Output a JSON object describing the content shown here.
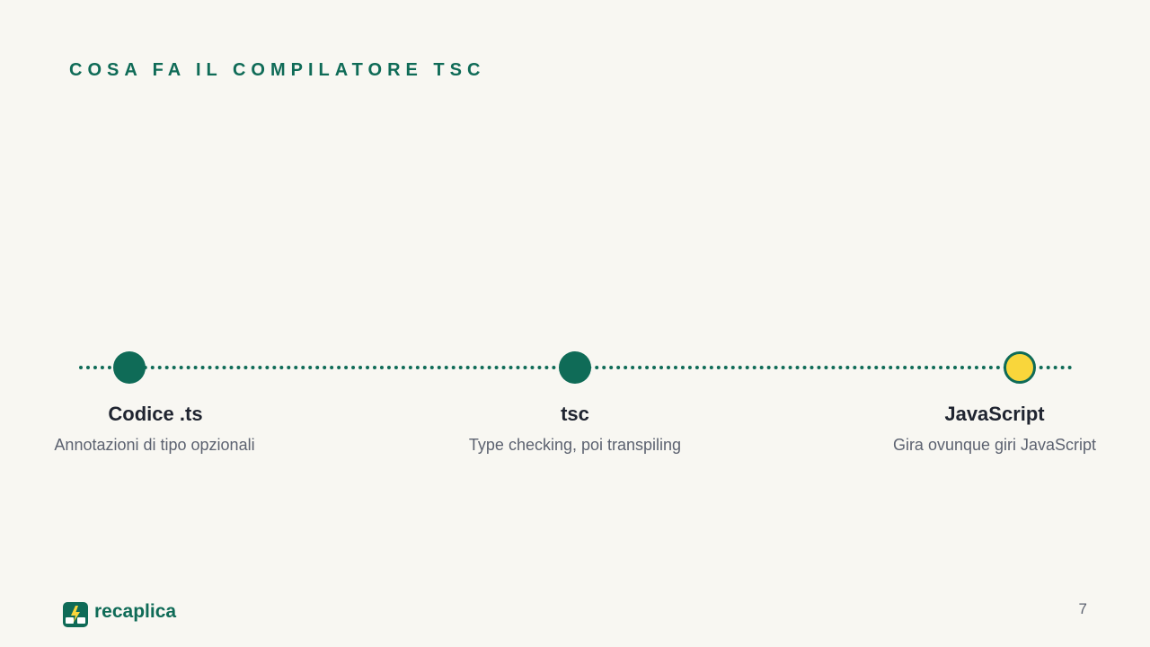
{
  "slide": {
    "title": "COSA FA IL COMPILATORE TSC",
    "page_number": "7"
  },
  "steps": [
    {
      "title": "Codice .ts",
      "description": "Annotazioni di tipo opzionali"
    },
    {
      "title": "tsc",
      "description": "Type checking, poi transpiling"
    },
    {
      "title": "JavaScript",
      "description": "Gira ovunque giri JavaScript"
    }
  ],
  "brand": {
    "name": "recaplica",
    "icon": "bolt-book-icon"
  },
  "colors": {
    "accent": "#0f6b57",
    "highlight": "#f9d63b",
    "background": "#f8f7f2",
    "title_text": "#1f2430",
    "secondary_text": "#5c6270"
  }
}
